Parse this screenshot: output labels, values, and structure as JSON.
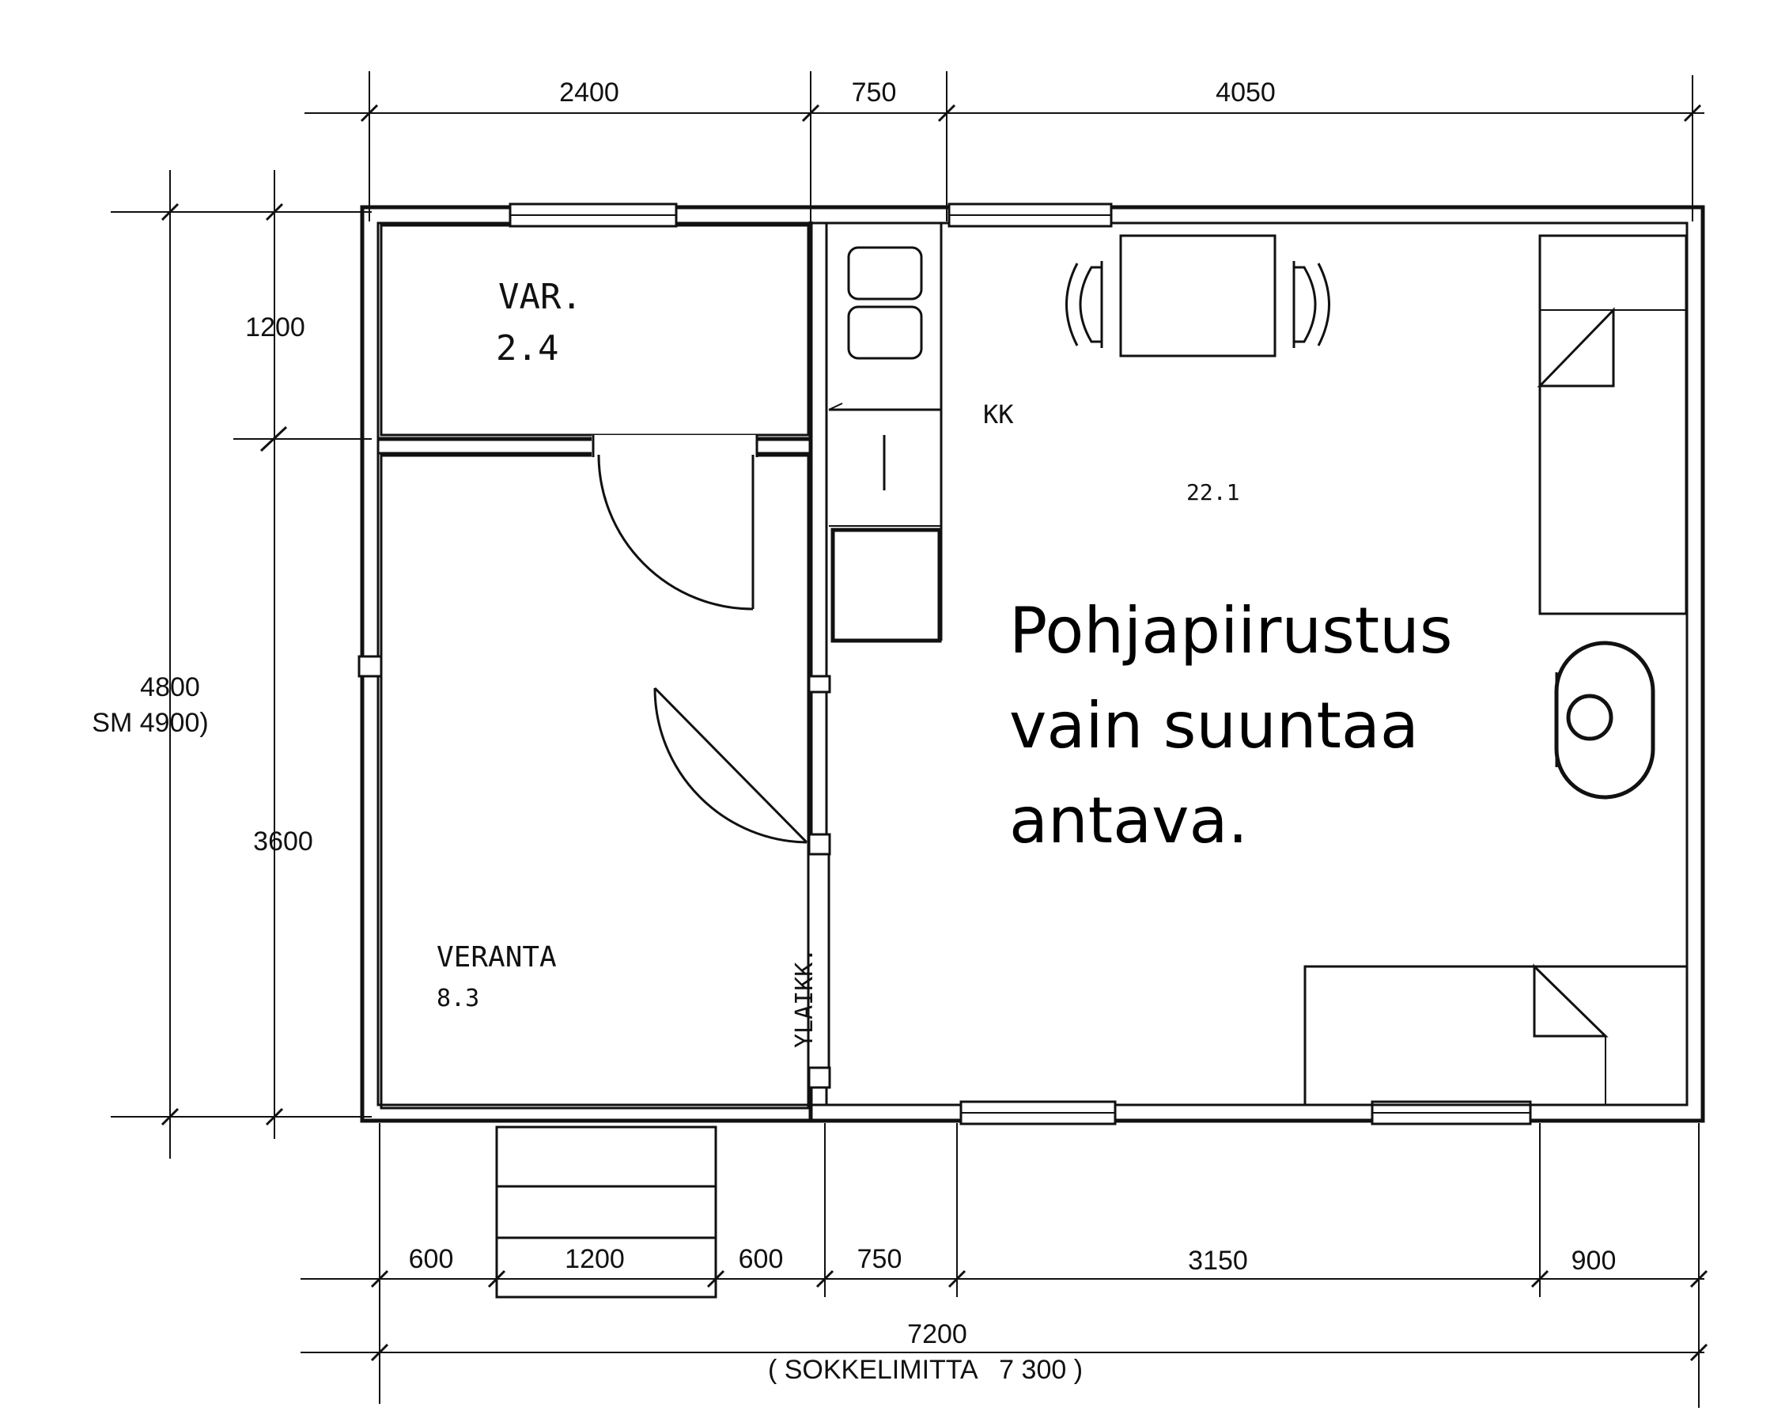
{
  "dimensions": {
    "top": [
      "2400",
      "750",
      "4050"
    ],
    "left_upper": "1200",
    "left_lower": "3600",
    "left_total": "4800",
    "left_total_sm": "SM 4900)",
    "bottom": [
      "600",
      "1200",
      "600",
      "750",
      "3150",
      "900"
    ],
    "bottom_total": "7200",
    "bottom_sokkeli": "( SOKKELIMITTA   7 300 )"
  },
  "rooms": {
    "var_name": "VAR.",
    "var_area": "2.4",
    "kk_name": "KK",
    "kk_area": "22.1",
    "veranta_name": "VERANTA",
    "veranta_area": "8.3",
    "ylaikk": "YLAIKK."
  },
  "note": {
    "line1": "Pohjapiirustus",
    "line2": "vain suuntaa",
    "line3": "antava."
  }
}
